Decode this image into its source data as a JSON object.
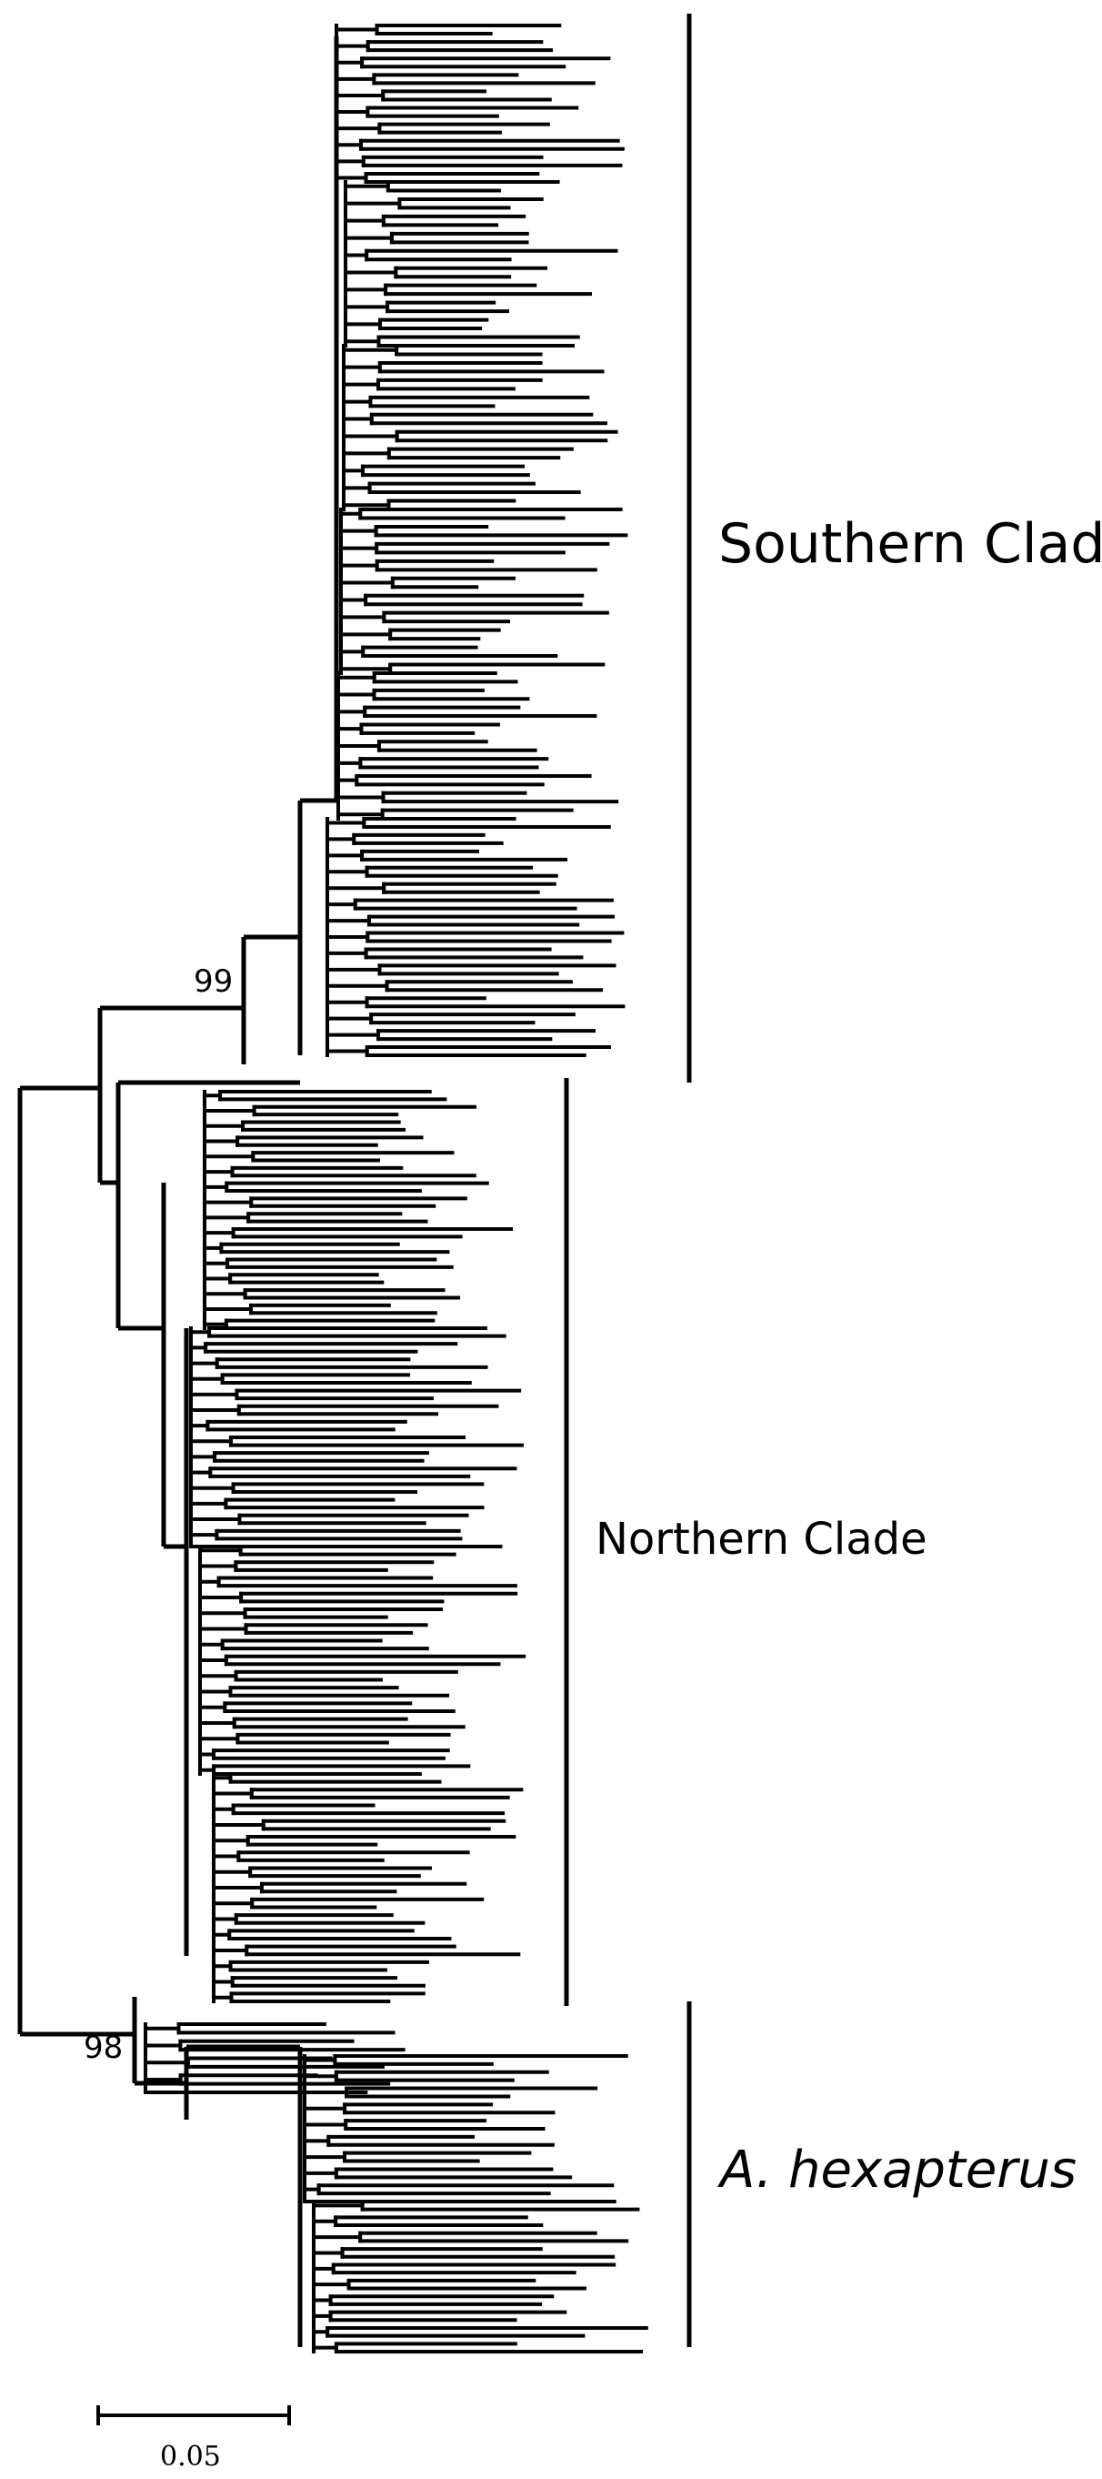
{
  "tree": {
    "stroke_color": "#000000",
    "clades": [
      {
        "name": "Southern Clade",
        "tips": 122,
        "italic": false
      },
      {
        "name": "Northern Clade",
        "tips": 125,
        "italic": false
      },
      {
        "name": "A. hexapterus",
        "tips": 47,
        "italic": true
      }
    ],
    "bootstrap_values": [
      "99",
      "98"
    ],
    "scale_bar": {
      "label": "0.05",
      "length": 0.05
    }
  }
}
